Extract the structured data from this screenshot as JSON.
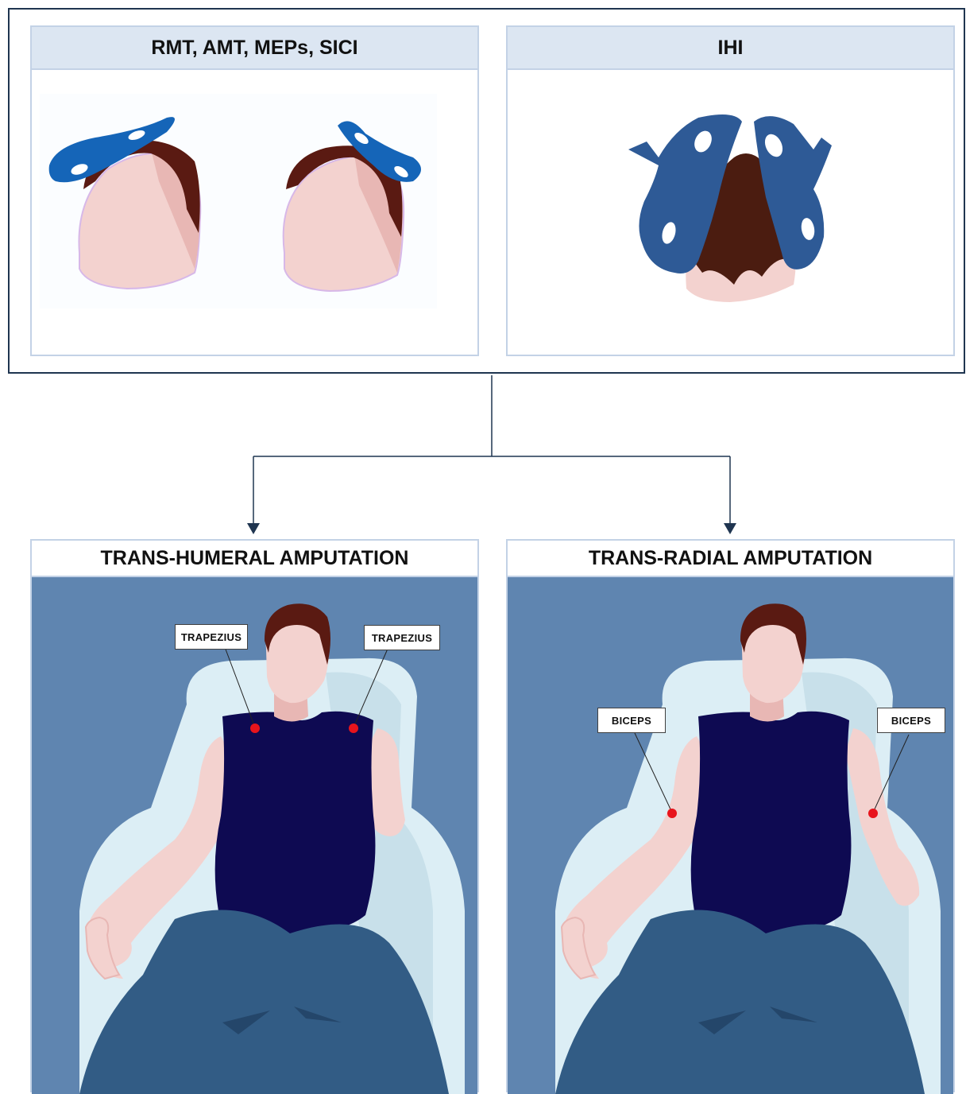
{
  "top_left_panel": {
    "title": "RMT, AMT, MEPs, SICI"
  },
  "top_right_panel": {
    "title": "IHI"
  },
  "bottom_left_panel": {
    "title": "TRANS-HUMERAL   AMPUTATION",
    "labels": [
      "TRAPEZIUS",
      "TRAPEZIUS"
    ]
  },
  "bottom_right_panel": {
    "title": "TRANS-RADIAL   AMPUTATION",
    "labels": [
      "BICEPS",
      "BICEPS"
    ]
  },
  "colors": {
    "coil": "#1565b8",
    "coil_dark": "#2e5a96",
    "hair": "#5a1a12",
    "skin": "#f3d2cf",
    "shirt": "#0e0a52",
    "pants": "#325c85",
    "background": "#5f85b0",
    "chair": "#dceef5",
    "marker": "#e8141c",
    "header": "#dce6f2"
  }
}
